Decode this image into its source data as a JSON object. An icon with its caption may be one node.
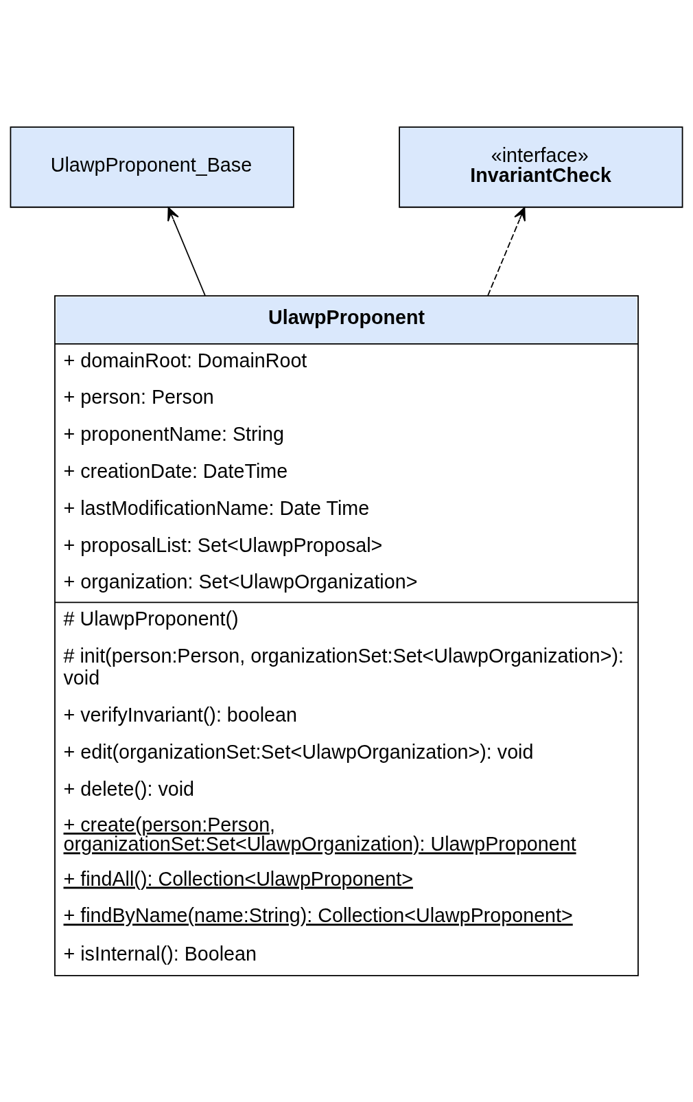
{
  "diagram": {
    "nodes": [
      {
        "text": [
          "UlawpProponent_Base"
        ]
      },
      {
        "text": [
          "«interface»",
          "InvariantCheck"
        ]
      },
      {
        "text": [
          "UlawpProponent",
          "+ domainRoot: DomainRoot",
          "+ person: Person",
          "+ proponentName: String",
          "+ creationDate: DateTime",
          "+ lastModificationName: Date Time",
          "+ proposalList: Set<UlawpProposal>",
          "+ organization: Set<UlawpOrganization>",
          "# UlawpProponent()",
          "# init(person:Person, organizationSet:Set<UlawpOrganization>): void",
          "+ verifyInvariant(): boolean",
          "+ edit(organizationSet:Set<UlawpOrganization>): void",
          "+ delete(): void",
          "+ create(person:Person, organizationSet:Set<UlawpOrganization): UlawpProponent",
          "+ findAll(): Collection<UlawpProponent>",
          "+ findByName(name:String): Collection<UlawpProponent>",
          "+ isInternal(): Boolean"
        ]
      }
    ],
    "edges": [
      {
        "from": 2,
        "to": 0,
        "arrow": "to"
      },
      {
        "from": 2,
        "to": 1,
        "arrow": "to",
        "style": "dashed"
      }
    ]
  }
}
